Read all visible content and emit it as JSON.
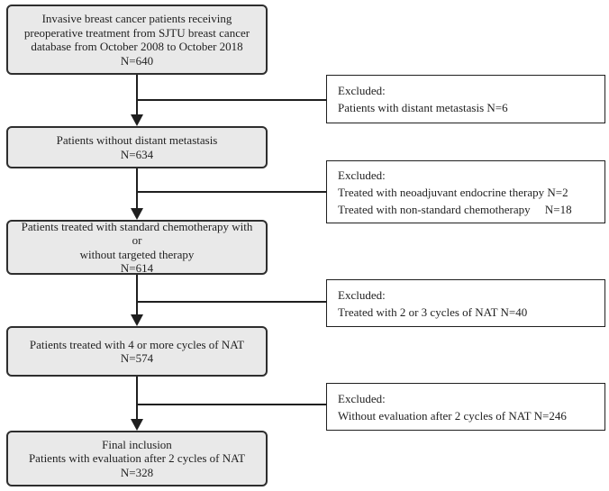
{
  "figure": {
    "type": "flow-diagram",
    "description": "Patient selection flowchart (CONSORT-style) for invasive breast cancer patients receiving neoadjuvant therapy",
    "colors": {
      "background": "#ffffff",
      "main_box_fill": "#e9e9e9",
      "main_box_border": "#2e2e2e",
      "exclusion_box_border": "#1f1f1f",
      "connector_line": "#1f1f1f",
      "text": "#1f1f1f"
    },
    "main_boxes": [
      {
        "id": "initial-cohort",
        "n": 640,
        "lines": [
          "Invasive breast cancer patients receiving",
          "preoperative treatment from SJTU breast cancer",
          "database from October 2008 to October 2018",
          "N=640"
        ]
      },
      {
        "id": "no-distant-metastasis",
        "n": 634,
        "lines": [
          "Patients without distant metastasis",
          "N=634"
        ]
      },
      {
        "id": "standard-chemotherapy",
        "n": 614,
        "lines": [
          "Patients treated with standard chemotherapy with or",
          "without targeted therapy",
          "N=614"
        ]
      },
      {
        "id": "four-or-more-cycles",
        "n": 574,
        "lines": [
          "Patients treated with 4 or more cycles of NAT",
          "N=574"
        ]
      },
      {
        "id": "final-inclusion",
        "n": 328,
        "lines": [
          "Final inclusion",
          "Patients with evaluation after 2 cycles of NAT",
          "N=328"
        ]
      }
    ],
    "exclusion_boxes": [
      {
        "id": "excluded-distant-metastasis",
        "lines": [
          "Excluded:",
          "Patients with distant metastasis N=6"
        ]
      },
      {
        "id": "excluded-nonstandard-treatment",
        "lines": [
          "Excluded:",
          "Treated with neoadjuvant endocrine therapy N=2",
          "Treated with non-standard chemotherapy     N=18"
        ]
      },
      {
        "id": "excluded-few-cycles",
        "lines": [
          "Excluded:",
          "Treated with 2 or 3 cycles of NAT N=40"
        ]
      },
      {
        "id": "excluded-no-evaluation",
        "lines": [
          "Excluded:",
          "Without evaluation after 2 cycles of NAT N=246"
        ]
      }
    ]
  }
}
